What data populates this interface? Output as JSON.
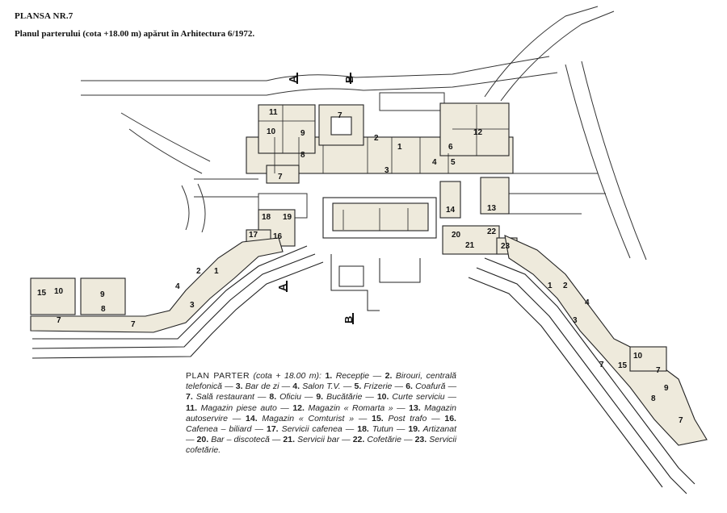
{
  "header": {
    "plate": "PLANSA NR.7",
    "caption": "Planul parterului (cota +18.00 m) apărut în Arhitectura 6/1972."
  },
  "legend": {
    "title": "PLAN PARTER",
    "elevation": "(cota + 18.00 m):",
    "items": [
      {
        "num": "1.",
        "label": "Recepție"
      },
      {
        "num": "2.",
        "label": "Birouri, centrală telefonică"
      },
      {
        "num": "3.",
        "label": "Bar de zi"
      },
      {
        "num": "4.",
        "label": "Salon T.V."
      },
      {
        "num": "5.",
        "label": "Frizerie"
      },
      {
        "num": "6.",
        "label": "Coafură"
      },
      {
        "num": "7.",
        "label": "Sală restaurant"
      },
      {
        "num": "8.",
        "label": "Oficiu"
      },
      {
        "num": "9.",
        "label": "Bucătărie"
      },
      {
        "num": "10.",
        "label": "Curte serviciu"
      },
      {
        "num": "11.",
        "label": "Magazin piese auto"
      },
      {
        "num": "12.",
        "label": "Magazin « Romarta »"
      },
      {
        "num": "13.",
        "label": "Magazin autoservire"
      },
      {
        "num": "14.",
        "label": "Magazin « Comturist »"
      },
      {
        "num": "15.",
        "label": "Post trafo"
      },
      {
        "num": "16.",
        "label": "Cafenea – biliard"
      },
      {
        "num": "17.",
        "label": "Servicii cafenea"
      },
      {
        "num": "18.",
        "label": "Tutun"
      },
      {
        "num": "19.",
        "label": "Artizanat"
      },
      {
        "num": "20.",
        "label": "Bar – discotecă"
      },
      {
        "num": "21.",
        "label": "Servicii bar"
      },
      {
        "num": "22.",
        "label": "Cofetărie"
      },
      {
        "num": "23.",
        "label": "Servicii cofetărie."
      }
    ]
  },
  "section_markers": {
    "a": "A",
    "b": "B"
  },
  "room_labels": {
    "r1": "1",
    "r2": "2",
    "r3": "3",
    "r4": "4",
    "r5": "5",
    "r6": "6",
    "r7": "7",
    "r8": "8",
    "r9": "9",
    "r10": "10",
    "r11": "11",
    "r12": "12",
    "r13": "13",
    "r14": "14",
    "r15": "15",
    "r16": "16",
    "r17": "17",
    "r18": "18",
    "r19": "19",
    "r20": "20",
    "r21": "21",
    "r22": "22",
    "r23": "23"
  },
  "colors": {
    "ink": "#222222",
    "fill": "#eeeadc",
    "paper": "#ffffff"
  }
}
